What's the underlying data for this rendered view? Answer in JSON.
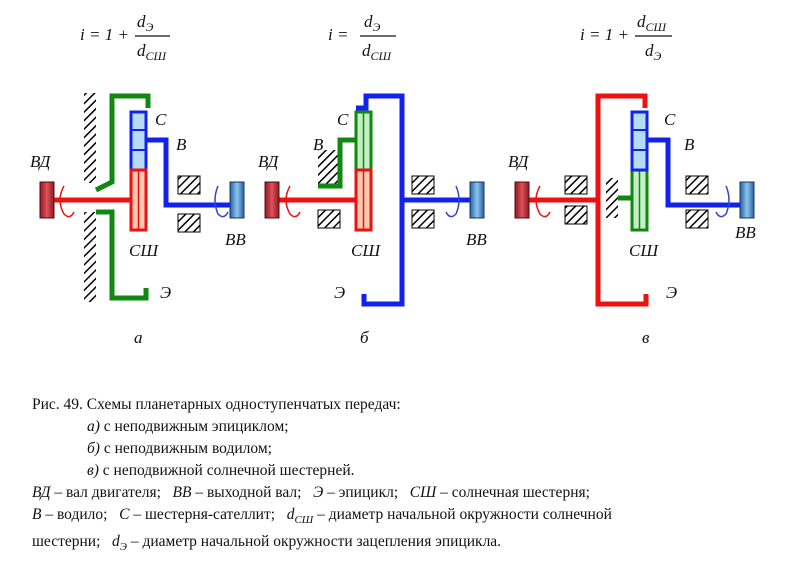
{
  "formulas": {
    "a": {
      "prefix": "i = 1 +",
      "num": "d",
      "num_sub": "Э",
      "den": "d",
      "den_sub": "СШ"
    },
    "b": {
      "prefix": "i =",
      "num": "d",
      "num_sub": "Э",
      "den": "d",
      "den_sub": "СШ"
    },
    "v": {
      "prefix": "i = 1 +",
      "num": "d",
      "num_sub": "СШ",
      "den": "d",
      "den_sub": "Э"
    }
  },
  "labels": {
    "vd": "ВД",
    "vv": "ВВ",
    "s": "С",
    "v": "В",
    "sh": "СШ",
    "e": "Э"
  },
  "schemes": {
    "a": "а",
    "b": "б",
    "v": "в"
  },
  "caption": {
    "title": "Рис. 49. Схемы планетарных одноступенчатых передач:",
    "item_a_letter": "а)",
    "item_a_text": "с неподвижным эпициклом;",
    "item_b_letter": "б)",
    "item_b_text": "с неподвижным водилом;",
    "item_v_letter": "в)",
    "item_v_text": "с неподвижной солнечной шестерней.",
    "legend_line1": {
      "vd": "ВД",
      "vd_text": "– вал двигателя;",
      "vv": "ВВ",
      "vv_text": "– выходной вал;",
      "e": "Э",
      "e_text": "– эпицикл;",
      "sh": "СШ",
      "sh_text": "– солнечная шестерня;"
    },
    "legend_line2": {
      "v": "В",
      "v_text": "– водило;",
      "s": "С",
      "s_text": "– шестерня-сателлит;",
      "d": "d",
      "d_sub": "СШ",
      "d_text": "– диаметр начальной окружности солнечной"
    },
    "legend_line3": {
      "pre": "шестерни;",
      "d": "d",
      "d_sub": "Э",
      "d_text": "– диаметр начальной окружности зацепления эпицикла."
    }
  },
  "colors": {
    "red": "#ee1111",
    "blue": "#1122ee",
    "green": "#118811",
    "red_light": "#f6c9b0",
    "blue_light": "#b6dcf4",
    "green_light": "#c4efc4",
    "motor": "#c8323c",
    "output": "#4a8fd0"
  }
}
